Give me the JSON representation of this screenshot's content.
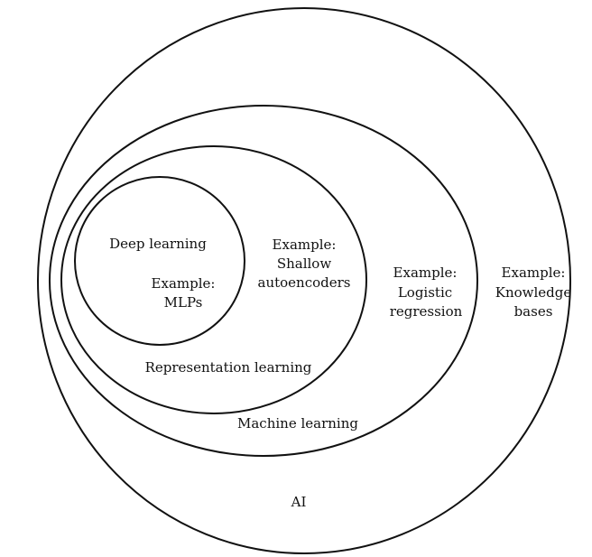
{
  "diagram": {
    "type": "nested-venn",
    "colors": {
      "stroke": "#111111",
      "background": "#ffffff",
      "text": "#111111"
    },
    "sets": {
      "ai": {
        "label": "AI",
        "example": [
          "Example:",
          "Knowledge",
          "bases"
        ]
      },
      "machine_learning": {
        "label": "Machine learning",
        "example": [
          "Example:",
          "Logistic",
          "regression"
        ]
      },
      "representation_learning": {
        "label": "Representation learning",
        "example": [
          "Example:",
          "Shallow",
          "autoencoders"
        ]
      },
      "deep_learning": {
        "label": "Deep learning",
        "example": [
          "Example:",
          "MLPs"
        ]
      }
    }
  }
}
